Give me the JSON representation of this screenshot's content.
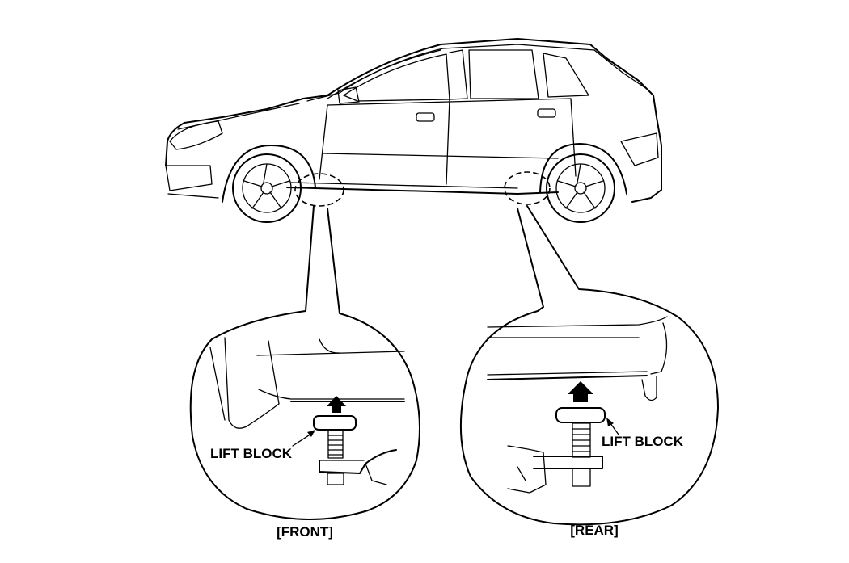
{
  "labels": {
    "front_lift_block": "LIFT BLOCK",
    "rear_lift_block": "LIFT BLOCK",
    "front_caption": "[FRONT]",
    "rear_caption": "[REAR]"
  },
  "colors": {
    "line": "#000000",
    "background": "#ffffff"
  }
}
